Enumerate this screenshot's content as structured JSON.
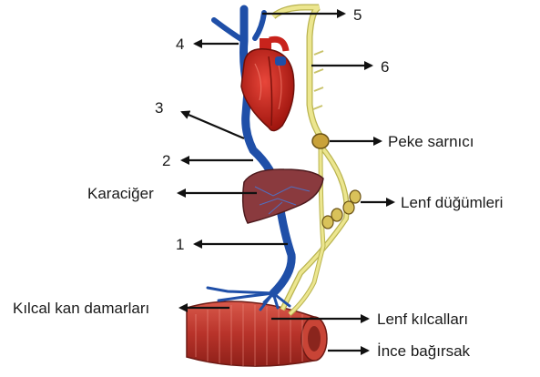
{
  "labels": {
    "n1": "1",
    "n2": "2",
    "n3": "3",
    "n4": "4",
    "n5": "5",
    "n6": "6",
    "liver": "Karaciğer",
    "capillaries": "Kılcal kan damarları",
    "cisterna": "Peke sarnıcı",
    "nodes": "Lenf düğümleri",
    "lymph_capillaries": "Lenf kılcalları",
    "intestine": "İnce bağırsak"
  },
  "colors": {
    "vein": "#1f4fa8",
    "lymph": "#e6e08a",
    "lymph_stroke": "#b9b34f",
    "heart": "#c8231c",
    "liver": "#8a3a3e",
    "intestine": "#b8332a",
    "node": "#c9a23a"
  }
}
